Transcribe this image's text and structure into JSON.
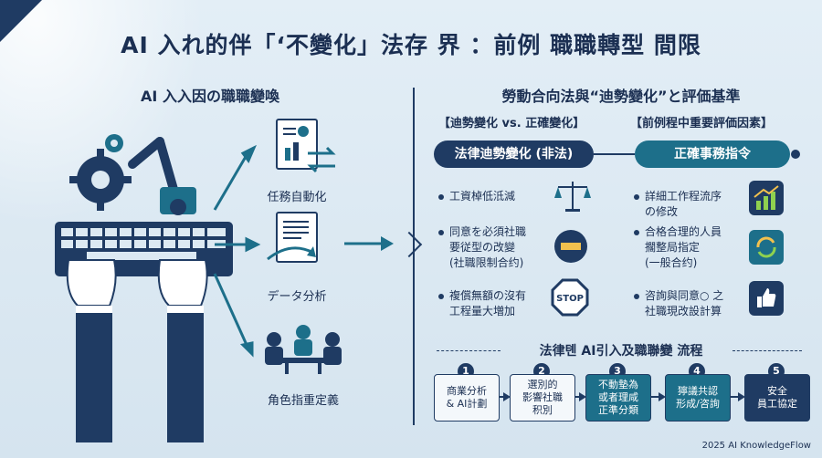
{
  "title": "AI 入れ的伴「‘不變化」法存 界 ：前例 職職轉型 間限",
  "left": {
    "heading": "AI 入入因の職職變喚",
    "tasks": [
      {
        "label": "任務自動化"
      },
      {
        "label": "データ分析"
      },
      {
        "label": "角色指重定義"
      }
    ]
  },
  "right": {
    "heading": "勞動合向法與“迪勢變化”と評価基準",
    "col1": {
      "header": "【迪勢變化 vs. 正確變化】",
      "pill": "法律迪勢變化 (非法)",
      "items": [
        "工資棹低泜減",
        "同意を必須社職\n要従型の改變\n(社職限制合约)",
        "複償無額の沒有\n工程量大増加"
      ],
      "icons": [
        "scale-icon",
        "no-entry-icon",
        "stop-sign-icon"
      ],
      "stop_label": "STOP"
    },
    "col2": {
      "header": "【前例程中重要評価因素】",
      "pill": "正確事務指令",
      "items": [
        "詳細工作程流序\nの修改",
        "合格合理的人員\n擱整局指定\n(一般合约)",
        "咨詢與同意○ 之\n社職現改設計算"
      ],
      "icons": [
        "growth-chart-icon",
        "refresh-cycle-icon",
        "thumbs-up-icon"
      ]
    }
  },
  "flow": {
    "title": "法律톈 AI引入及職聯變 流程",
    "steps": [
      {
        "num": "1",
        "label": "商業分析\n& AI計劃"
      },
      {
        "num": "2",
        "label": "選別的\n影響社職\n积別"
      },
      {
        "num": "3",
        "label": "不動墊為\n或者理咸\n正準分類"
      },
      {
        "num": "4",
        "label": "獰議共認\n形成/咨詢"
      },
      {
        "num": "5",
        "label": "安全\n員工協定"
      }
    ]
  },
  "footer": "2025 AI KnowledgeFlow",
  "colors": {
    "navy": "#1f3b63",
    "teal": "#1d6f8a",
    "bg": "#dce9f2"
  }
}
